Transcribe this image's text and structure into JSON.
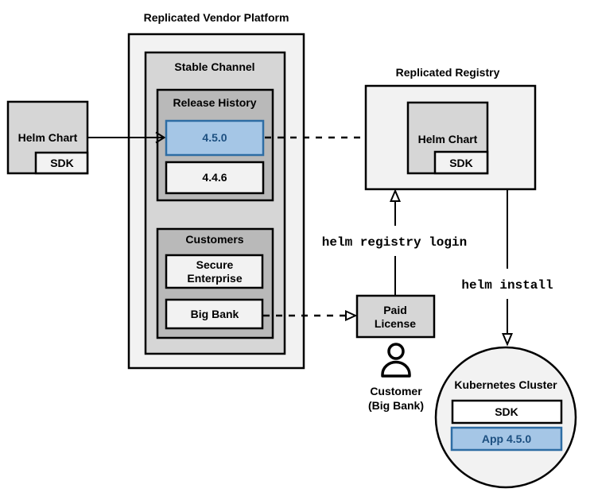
{
  "colors": {
    "accent_fill": "#a5c6e6",
    "accent_stroke": "#2e6da4",
    "accent_text": "#1c4f80",
    "outer_gray": "#f2f2f2",
    "mid_gray": "#d6d6d6",
    "dark_gray": "#b9b9b9",
    "stroke": "#000000"
  },
  "vendor_platform": {
    "title": "Replicated Vendor Platform",
    "stable_channel": {
      "label": "Stable Channel",
      "release_history": {
        "label": "Release History",
        "releases": [
          {
            "version": "4.5.0",
            "highlighted": true
          },
          {
            "version": "4.4.6",
            "highlighted": false
          }
        ]
      },
      "customers": {
        "label": "Customers",
        "items": [
          {
            "line1": "Secure",
            "line2": "Enterprise"
          },
          {
            "line1": "Big Bank",
            "line2": ""
          }
        ]
      }
    }
  },
  "helm_chart_source": {
    "label": "Helm Chart",
    "sdk_label": "SDK"
  },
  "registry": {
    "title": "Replicated Registry",
    "helm_chart_label": "Helm Chart",
    "sdk_label": "SDK"
  },
  "paid_license": {
    "line1": "Paid",
    "line2": "License"
  },
  "customer": {
    "line1": "Customer",
    "line2": "(Big Bank)"
  },
  "kubernetes": {
    "title": "Kubernetes Cluster",
    "sdk_label": "SDK",
    "app_label": "App 4.5.0"
  },
  "commands": {
    "registry_login": "helm registry login",
    "install": "helm install"
  }
}
